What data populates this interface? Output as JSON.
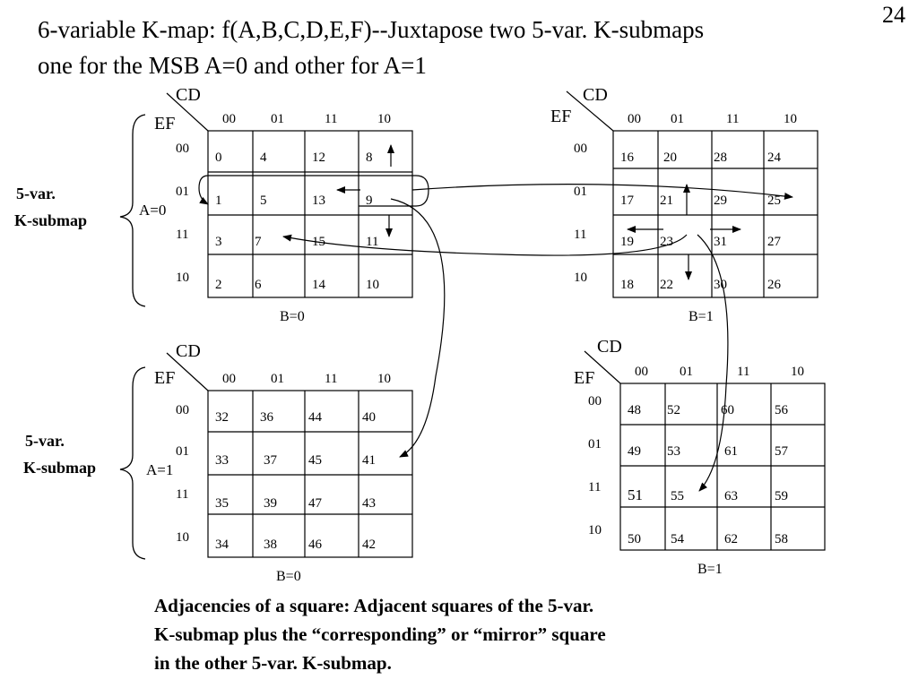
{
  "page_number": "24",
  "title": {
    "line1": "6-variable K-map: f(A,B,C,D,E,F)--Juxtapose two 5-var. K-submaps",
    "line2": "one for the MSB A=0 and other for A=1"
  },
  "axis": {
    "row_var": "EF",
    "col_var": "CD",
    "col_headers": [
      "00",
      "01",
      "11",
      "10"
    ],
    "row_headers": [
      "00",
      "01",
      "11",
      "10"
    ]
  },
  "side_label": {
    "line1": "5-var.",
    "line2": "K-submap"
  },
  "maps": [
    {
      "id": "a0-b0",
      "bottom": "B=0",
      "a_label": "A=0",
      "cells": [
        [
          "0",
          "4",
          "12",
          "8"
        ],
        [
          "1",
          "5",
          "13",
          "9"
        ],
        [
          "3",
          "7",
          "15",
          "11"
        ],
        [
          "2",
          "6",
          "14",
          "10"
        ]
      ]
    },
    {
      "id": "a0-b1",
      "bottom": "B=1",
      "a_label": "",
      "cells": [
        [
          "16",
          "20",
          "28",
          "24"
        ],
        [
          "17",
          "21",
          "29",
          "25"
        ],
        [
          "19",
          "23",
          "31",
          "27"
        ],
        [
          "18",
          "22",
          "30",
          "26"
        ]
      ]
    },
    {
      "id": "a1-b0",
      "bottom": "B=0",
      "a_label": "A=1",
      "cells": [
        [
          "32",
          "36",
          "44",
          "40"
        ],
        [
          "33",
          "37",
          "45",
          "41"
        ],
        [
          "35",
          "39",
          "47",
          "43"
        ],
        [
          "34",
          "38",
          "46",
          "42"
        ]
      ]
    },
    {
      "id": "a1-b1",
      "bottom": "B=1",
      "a_label": "",
      "cells": [
        [
          "48",
          "52",
          "60",
          "56"
        ],
        [
          "49",
          "53",
          "61",
          "57"
        ],
        [
          "51",
          "55",
          "63",
          "59"
        ],
        [
          "50",
          "54",
          "62",
          "58"
        ]
      ]
    }
  ],
  "caption": {
    "line1": "Adjacencies of a square:  Adjacent squares of the 5-var.",
    "line2": "K-submap plus the “corresponding” or “mirror” square",
    "line3": "in the other 5-var. K-submap."
  }
}
